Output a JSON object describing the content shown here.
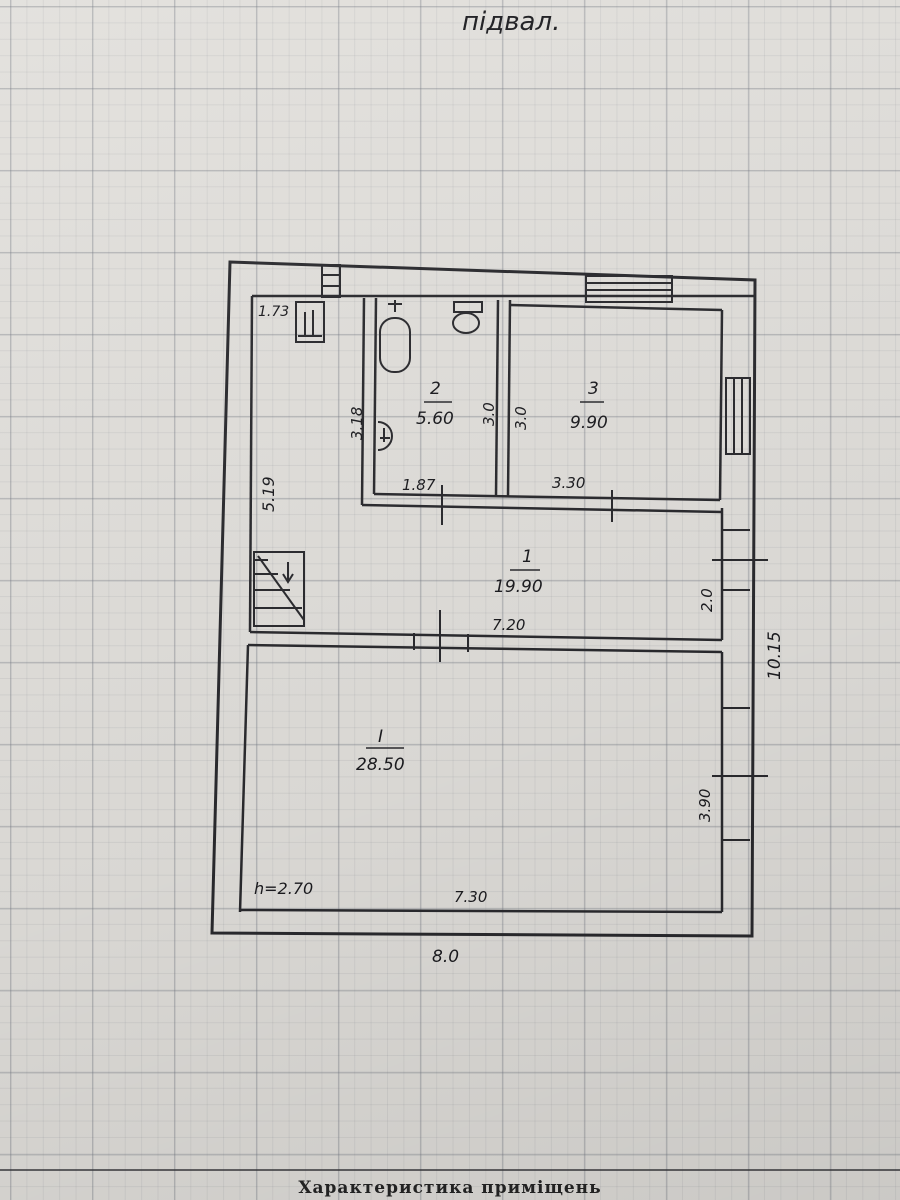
{
  "heading": "підвал.",
  "rooms": [
    {
      "id": "1",
      "area": "19.90"
    },
    {
      "id": "2",
      "area": "5.60"
    },
    {
      "id": "3",
      "area": "9.90"
    },
    {
      "id": "I",
      "area": "28.50"
    }
  ],
  "dimensions": {
    "overall_width": "8.0",
    "overall_length": "10.15",
    "corridor_length": "5.19",
    "nook_area": "1.73",
    "room2_depth_left": "3.18",
    "room2_depth_right": "3.0",
    "room3_depth": "3.0",
    "room2_width": "1.87",
    "room3_width": "3.30",
    "room1_length": "7.20",
    "room1_width": "2.0",
    "roomI_length": "7.30",
    "roomI_width": "3.90",
    "ceiling_height": "h=2.70"
  },
  "footer": {
    "title": "Характеристика приміщень"
  }
}
